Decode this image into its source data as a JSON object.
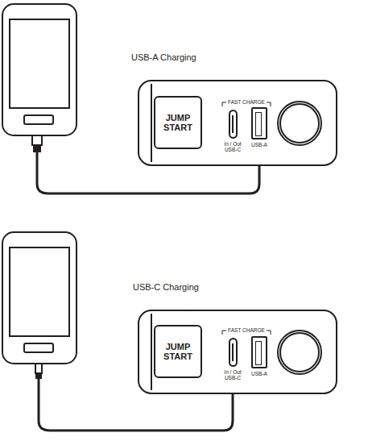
{
  "diagram": {
    "nodes": [
      {
        "text": [
          "JUMP START"
        ]
      },
      {
        "text": [
          "In / Out USB-C"
        ]
      },
      {
        "text": [
          "USB-A"
        ]
      },
      {
        "text": [
          "JUMP START"
        ]
      },
      {
        "text": [
          "In / Out USB-C"
        ]
      },
      {
        "text": [
          "USB-A"
        ]
      }
    ],
    "labels": [
      "USB-A Charging",
      "FAST CHARGE",
      "USB-C Charging",
      "FAST CHARGE"
    ]
  }
}
